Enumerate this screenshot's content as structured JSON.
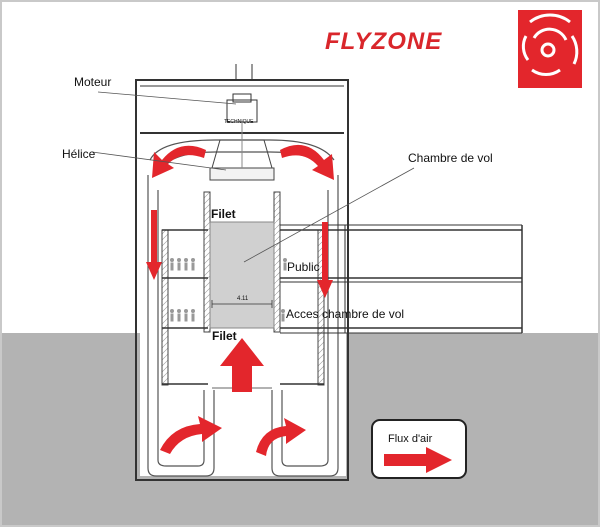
{
  "brand": {
    "logo_text": "FLYZONE",
    "logo_color": "#d9262b"
  },
  "labels": {
    "moteur": "Moteur",
    "helice": "Hélice",
    "technique": "TECHNIQUE",
    "chambre_de_vol": "Chambre de vol",
    "filet_top": "Filet",
    "filet_bottom": "Filet",
    "public": "Public",
    "acces": "Acces chambre de vol",
    "dimension": "4.11"
  },
  "legend": {
    "title": "Flux d'air",
    "arrow_color": "#e3262c"
  },
  "colors": {
    "ground": "#b3b3b3",
    "flight_chamber": "#d0d0d0",
    "arrow": "#e3262c",
    "line": "#333333"
  }
}
